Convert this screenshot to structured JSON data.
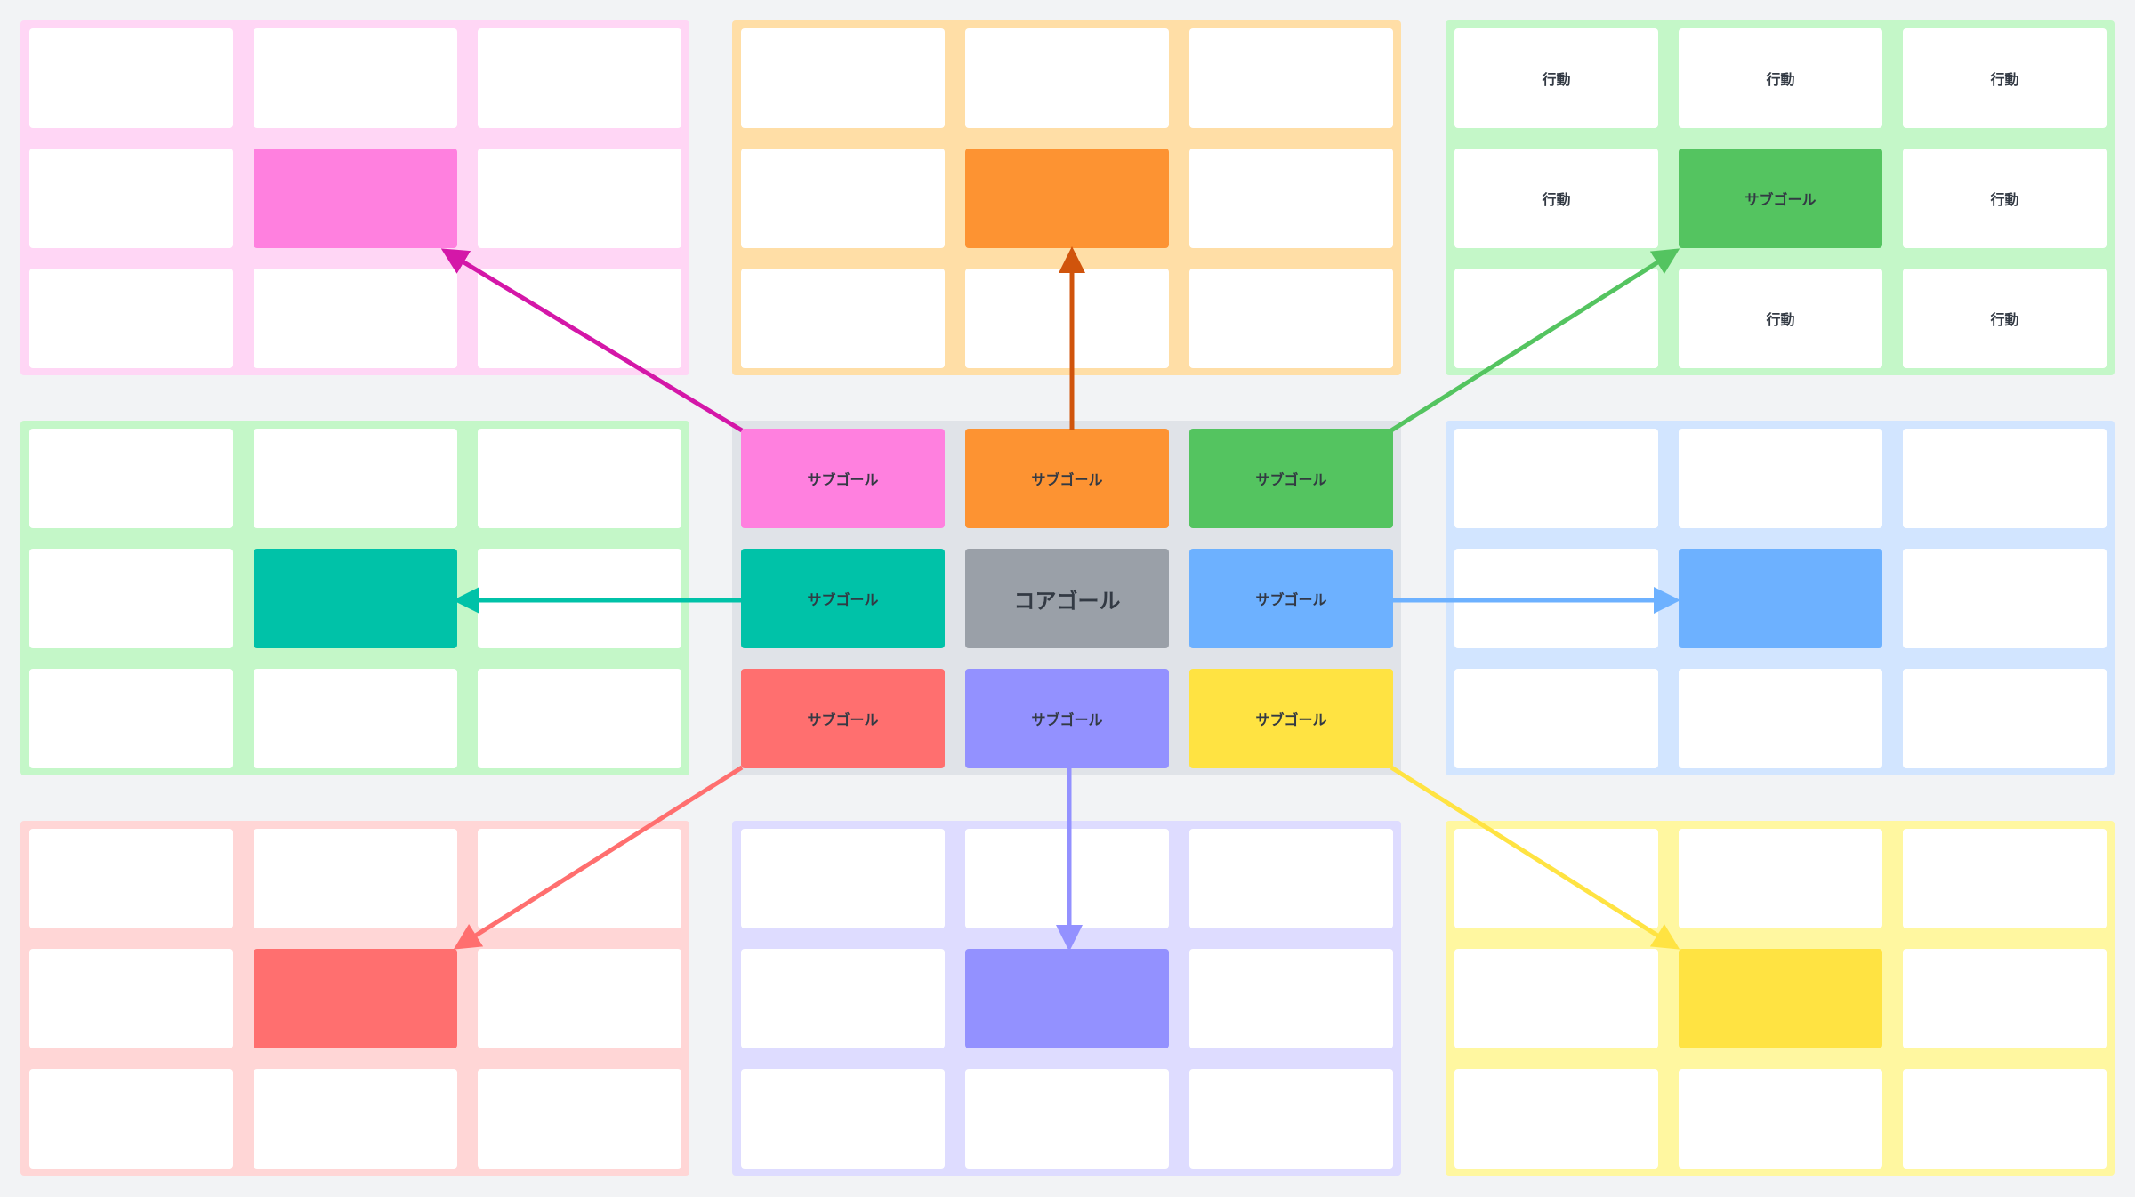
{
  "diagram": {
    "title": "Mandala chart",
    "blocks": [
      {
        "id": "top-left",
        "bg": "#ffd6f5",
        "accent": "#ff80df",
        "arrow": "#d417a8",
        "cells": [
          "",
          "",
          "",
          "",
          "",
          "",
          "",
          "",
          ""
        ]
      },
      {
        "id": "top-center",
        "bg": "#ffdea6",
        "accent": "#fd9332",
        "arrow": "#d0540c",
        "cells": [
          "",
          "",
          "",
          "",
          "",
          "",
          "",
          "",
          ""
        ]
      },
      {
        "id": "top-right",
        "bg": "#c4f7c8",
        "accent": "#54c460",
        "arrow": "#54c460",
        "cells": [
          "行動",
          "行動",
          "行動",
          "行動",
          "サブゴール",
          "行動",
          "",
          "行動",
          "行動"
        ]
      },
      {
        "id": "middle-left",
        "bg": "#c4f7c8",
        "accent": "#00c2a8",
        "arrow": "#00c2a8",
        "cells": [
          "",
          "",
          "",
          "",
          "",
          "",
          "",
          "",
          ""
        ]
      },
      {
        "id": "center",
        "bg": "#e0e3e8",
        "accent": "#9aa0a8",
        "arrow": "",
        "cells": [
          "サブゴール",
          "サブゴール",
          "サブゴール",
          "サブゴール",
          "コアゴール",
          "サブゴール",
          "サブゴール",
          "サブゴール",
          "サブゴール"
        ]
      },
      {
        "id": "middle-right",
        "bg": "#d2e5ff",
        "accent": "#6db1ff",
        "arrow": "#6db1ff",
        "cells": [
          "",
          "",
          "",
          "",
          "",
          "",
          "",
          "",
          ""
        ]
      },
      {
        "id": "bottom-left",
        "bg": "#ffd6d6",
        "accent": "#ff6f6f",
        "arrow": "#ff6f6f",
        "cells": [
          "",
          "",
          "",
          "",
          "",
          "",
          "",
          "",
          ""
        ]
      },
      {
        "id": "bottom-center",
        "bg": "#dedcff",
        "accent": "#9391ff",
        "arrow": "#9391ff",
        "cells": [
          "",
          "",
          "",
          "",
          "",
          "",
          "",
          "",
          ""
        ]
      },
      {
        "id": "bottom-right",
        "bg": "#fff7a0",
        "accent": "#ffe342",
        "arrow": "#ffe342",
        "cells": [
          "",
          "",
          "",
          "",
          "",
          "",
          "",
          "",
          ""
        ]
      }
    ],
    "center_cell_colors": [
      "#ff80df",
      "#fd9332",
      "#54c460",
      "#00c2a8",
      "#9aa0a8",
      "#6db1ff",
      "#ff6f6f",
      "#9391ff",
      "#ffe342"
    ]
  }
}
